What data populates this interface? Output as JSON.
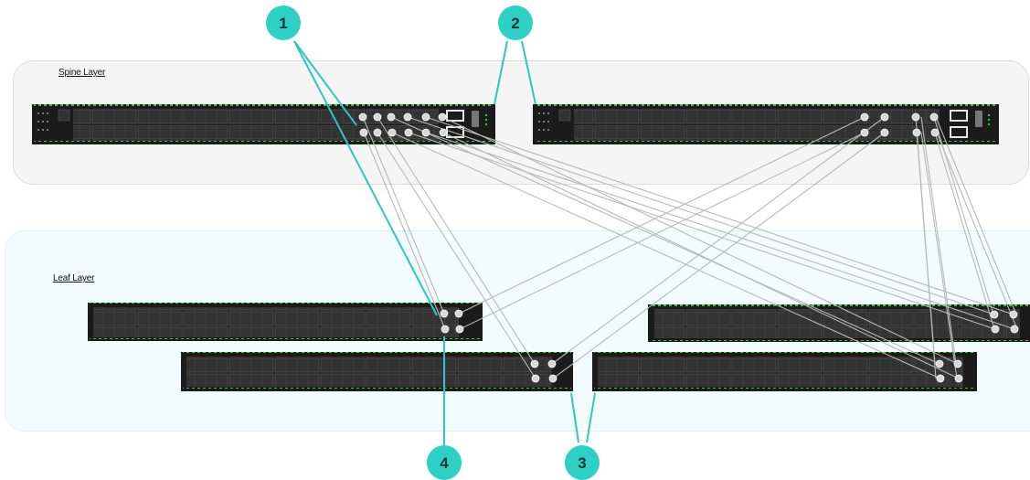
{
  "layers": {
    "spine": {
      "label": "Spine Layer"
    },
    "leaf": {
      "label": "Leaf Layer"
    }
  },
  "callouts": [
    "1",
    "2",
    "3",
    "4"
  ],
  "colors": {
    "callout_fill": "#2ed0c5",
    "highlight_line": "#2ec7c0",
    "cable": "#b8b8b8",
    "switch_body": "#1b1b1b",
    "port_led": "#3cc23c"
  }
}
